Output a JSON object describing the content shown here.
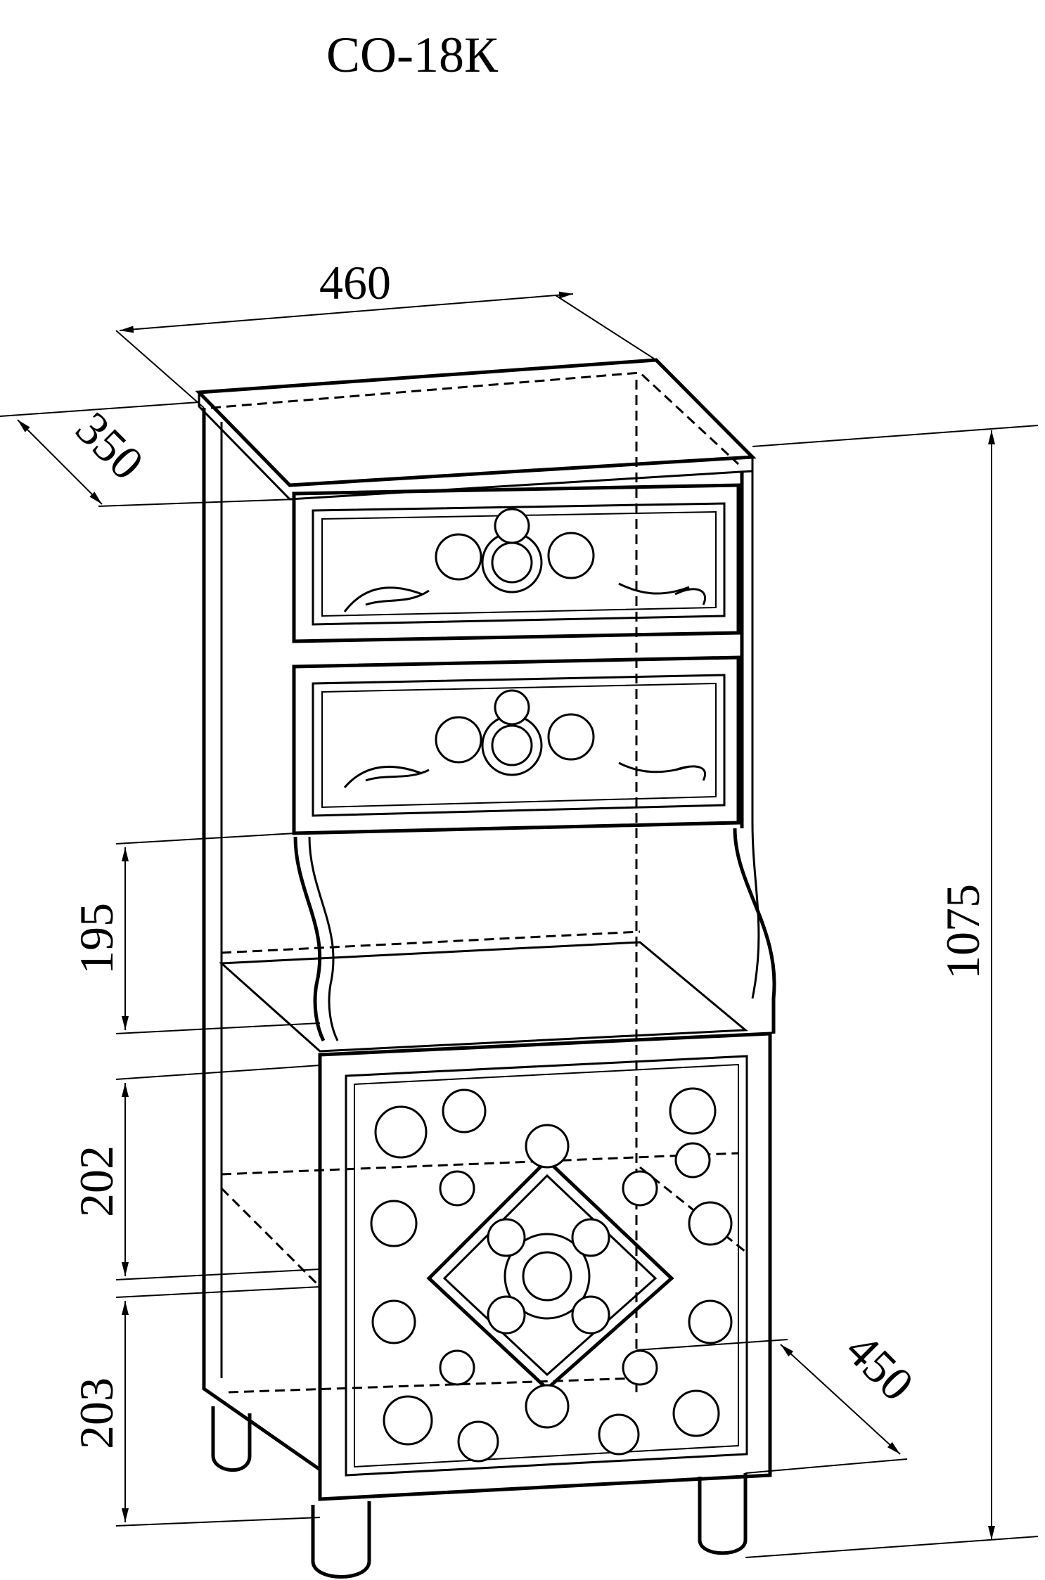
{
  "title": "СО-18К",
  "dimensions": {
    "width": "460",
    "depth_top": "350",
    "height_total": "1075",
    "shelf_upper": "195",
    "shelf_middle": "202",
    "shelf_lower": "203",
    "depth_bottom": "450"
  },
  "colors": {
    "line": "#000000",
    "background": "#ffffff"
  },
  "components": [
    "top-drawer",
    "middle-drawer",
    "open-shelf",
    "ornamented-door",
    "legs"
  ]
}
